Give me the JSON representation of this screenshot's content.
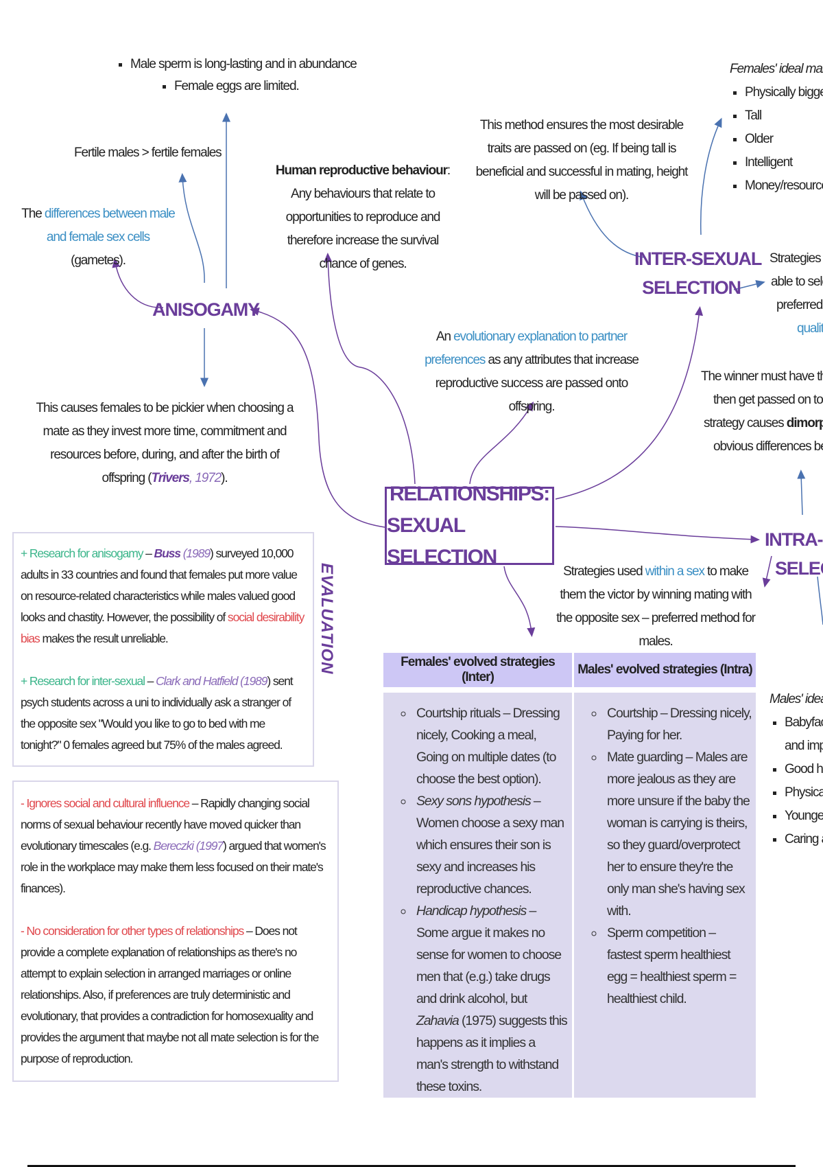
{
  "central_title": [
    "RELATIONSHIPS:",
    "SEXUAL SELECTION"
  ],
  "anisogamy": {
    "title": "ANISOGAMY",
    "gamete_facts": [
      "Male sperm is long-lasting and in abundance",
      "Female eggs are limited."
    ],
    "fertile": "Fertile males > fertile females",
    "definition": {
      "pre": "The ",
      "highlight": "differences between male and female sex cells",
      "post": " (gametes)."
    },
    "consequence": {
      "text": "This causes females to be pickier when choosing a mate as they invest more time, commitment and resources before, during, and after the birth of offspring (",
      "author": "Trivers",
      "year": ", 1972",
      "post": ")."
    }
  },
  "human_repro": {
    "term": "Human reproductive behaviour",
    "text": ": Any behaviours that relate to opportunities to reproduce and therefore increase the survival chance of genes."
  },
  "method": "This method ensures the most desirable traits are passed on (eg. If being tall is beneficial and successful in mating, height will be passed on).",
  "evolutionary": {
    "pre": "An ",
    "highlight": "evolutionary explanation to partner preferences",
    "post": " as any attributes that increase reproductive success are passed onto offspring."
  },
  "inter": {
    "title": [
      "INTER-SEXUAL",
      "SELECTION"
    ],
    "females_ideal_title": "Females' ideal male (",
    "females_ideal": [
      "Physically bigger",
      "Tall",
      "Older",
      "Intelligent",
      "Money/resources"
    ],
    "strategies_lines": [
      "Strategies us",
      "able to selec",
      "preferred m"
    ],
    "strategies_highlight": "quality",
    "winner_lines": [
      "The winner must have the be",
      "then get passed on to the",
      "strategy causes ",
      "obvious differences betwe"
    ],
    "winner_bold": "dimorphisn"
  },
  "intra": {
    "title": [
      "INTRA-SEX",
      "SELECTI"
    ],
    "def": {
      "pre": "Strategies used ",
      "highlight": "within a sex",
      "post": " to make them the victor by winning mating with the opposite sex – preferred method for males."
    },
    "males_ideal_title": "Males' ideal",
    "males_ideal": [
      "Babyface",
      "and impli",
      "Good hip",
      "Physically",
      "Younger",
      "Caring ar"
    ]
  },
  "evaluation": {
    "label": "EVALUATION",
    "points": [
      {
        "head": "+ Research for anisogamy",
        "dash": " – ",
        "author": "Buss",
        "year": " (1989",
        "text": ") surveyed 10,000 adults in 33 countries and found that females put more value on resource-related characteristics while males valued good looks and chastity. However, the possibility of ",
        "highlight": "social desirability bias",
        "tail": " makes the result unreliable."
      },
      {
        "head": "+ Research for inter-sexual",
        "dash": " – ",
        "author": "Clark and Hatfield (1989",
        "text": ") sent psych students across a uni to individually ask a stranger of the opposite sex \"Would you like to go to bed with me tonight?\" 0 females agreed but 75% of the males agreed."
      },
      {
        "head": "- Ignores social and cultural influence",
        "text": " – Rapidly changing social norms of sexual behaviour recently have moved quicker than evolutionary timescales (e.g. ",
        "author": "Bereczki (1997",
        "tail": ") argued that women's role in the workplace may make them less focused on their mate's finances)."
      },
      {
        "head": "- No consideration for other types of relationships",
        "text": " – Does not provide a complete explanation of relationships as there's no attempt to explain selection in arranged marriages or online relationships. Also, if preferences are truly deterministic and evolutionary, that provides a contradiction for homosexuality and provides the argument that maybe not all mate selection is for the purpose of reproduction."
      }
    ]
  },
  "table": {
    "headers": [
      "Females' evolved strategies (Inter)",
      "Males' evolved strategies (Intra)"
    ],
    "females": [
      {
        "pre": "Courtship rituals – Dressing nicely, Cooking a meal, Going on multiple dates (to choose the best option)."
      },
      {
        "em": "Sexy sons hypothesis",
        "pre": " – Women choose a sexy man which ensures their son is sexy and increases his reproductive chances."
      },
      {
        "em": "Handicap hypothesis",
        "pre": " – Some argue it makes no sense for women to choose men that (e.g.) take drugs and drink alcohol, but ",
        "em2": "Zahavia",
        "post": " (1975) suggests this happens as it implies a man's strength to withstand these toxins."
      }
    ],
    "males": [
      "Courtship – Dressing nicely, Paying for her.",
      "Mate guarding – Males are more jealous as they are more unsure if the baby the woman is carrying is theirs, so they guard/overprotect her to ensure they're the only man she's having sex with.",
      "Sperm competition – fastest sperm healthiest egg = healthiest sperm = healthiest child."
    ]
  },
  "colors": {
    "accent_purple": "#6a3d9a",
    "link_blue": "#3b8fc4",
    "table_header": "#cdc7f5",
    "table_body": "#dcd9ee"
  }
}
